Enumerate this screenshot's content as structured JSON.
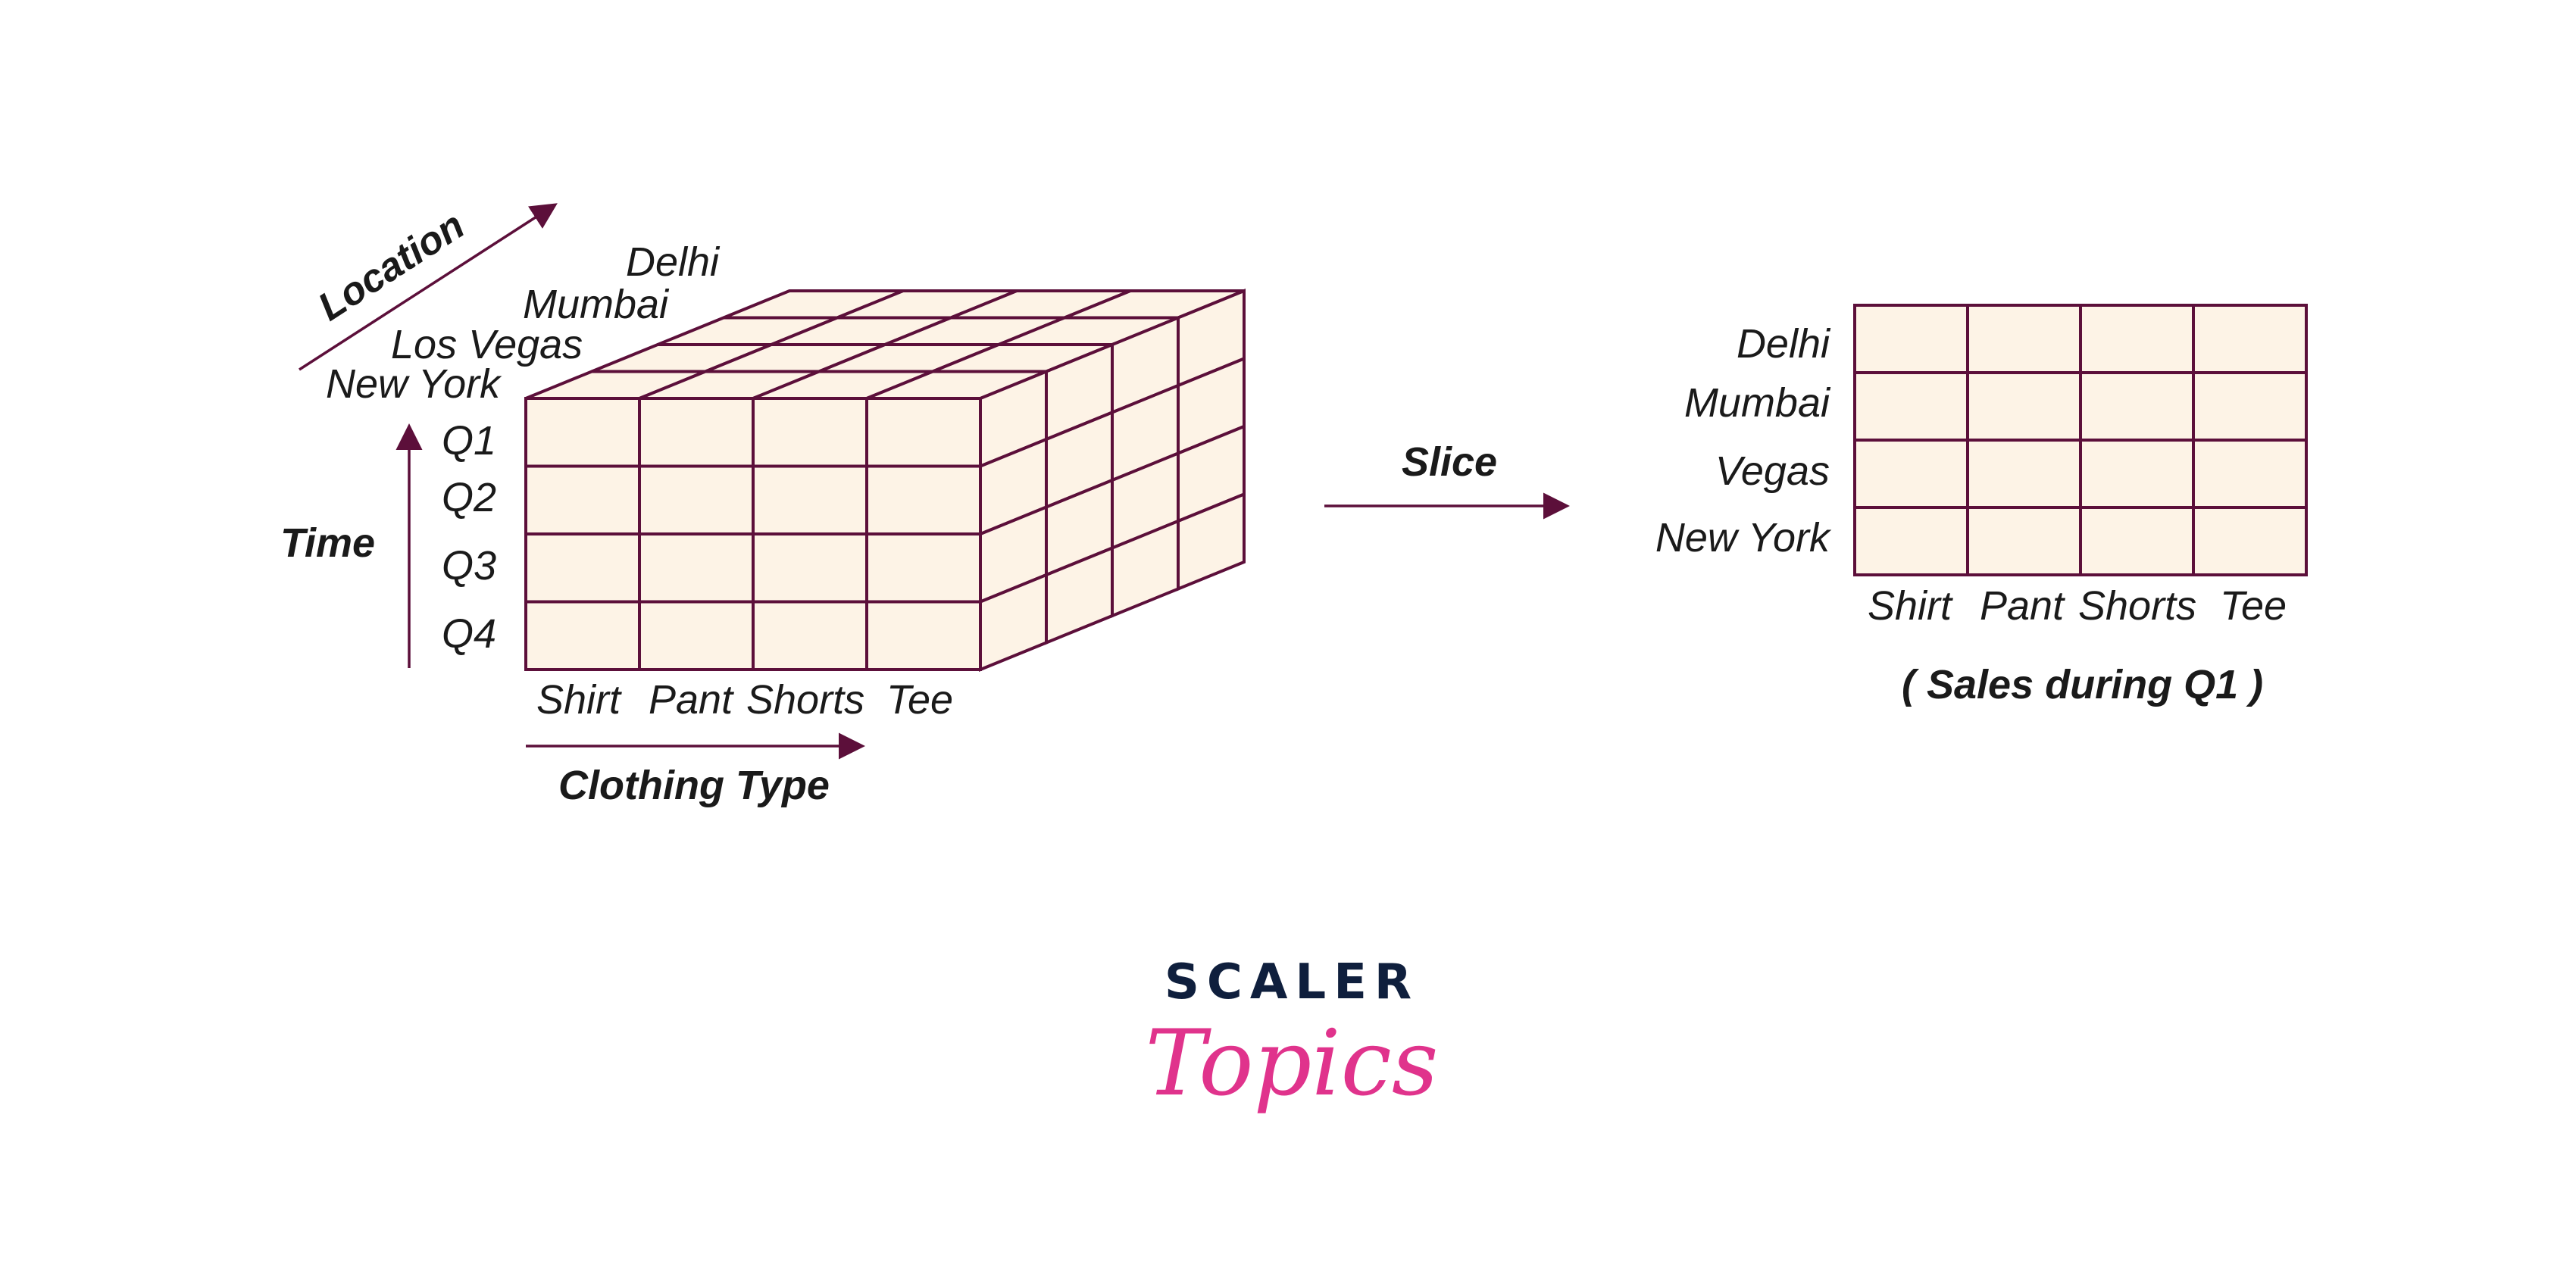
{
  "cube": {
    "location_axis_label": "Location",
    "time_axis_label": "Time",
    "clothing_axis_label": "Clothing Type",
    "locations": [
      "New York",
      "Los Vegas",
      "Mumbai",
      "Delhi"
    ],
    "quarters": [
      "Q1",
      "Q2",
      "Q3",
      "Q4"
    ],
    "clothing_types": [
      "Shirt",
      "Pant",
      "Shorts",
      "Tee"
    ]
  },
  "operation": {
    "label": "Slice"
  },
  "slice": {
    "locations": [
      "Delhi",
      "Mumbai",
      "Vegas",
      "New York"
    ],
    "clothing_types": [
      "Shirt",
      "Pant",
      "Shorts",
      "Tee"
    ],
    "caption": "( Sales during Q1 )"
  },
  "logo": {
    "brand": "SCALER",
    "sub": "Topics"
  },
  "colors": {
    "cell_fill": "#fdf3e6",
    "grid_stroke": "#5c0f3a",
    "brand_dark": "#0f1f3d",
    "brand_pink": "#e0338c"
  }
}
